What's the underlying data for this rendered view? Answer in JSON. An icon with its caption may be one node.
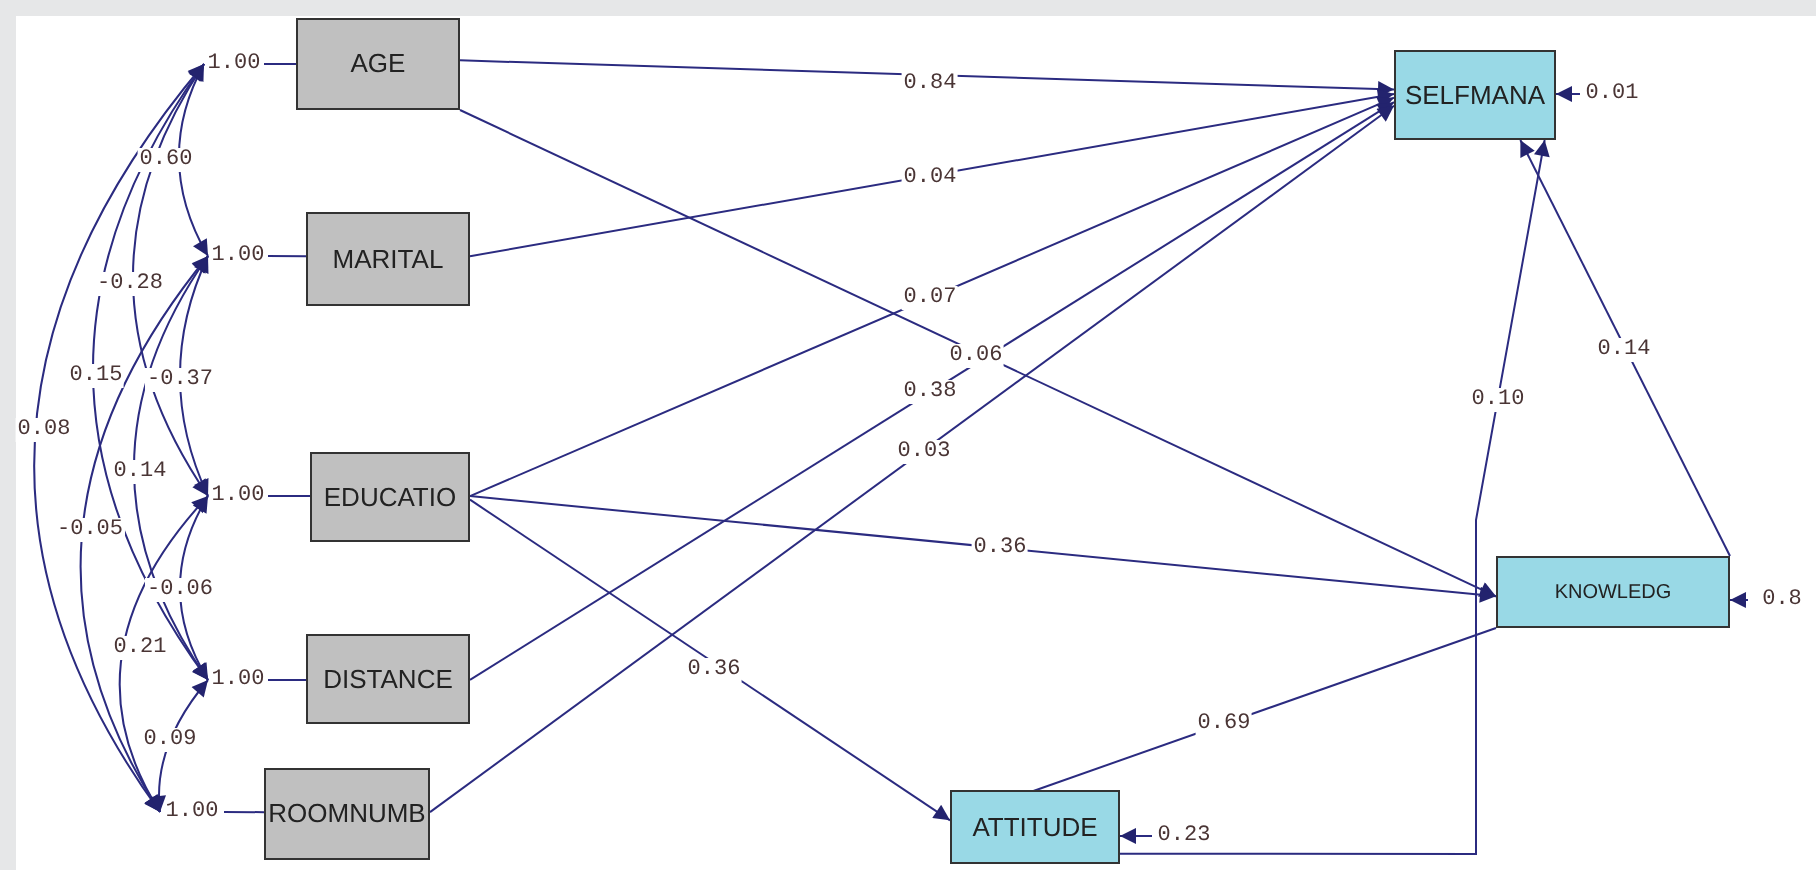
{
  "diagram": {
    "nodes": [
      {
        "text": [
          "AGE"
        ]
      },
      {
        "text": [
          "MARITAL"
        ]
      },
      {
        "text": [
          "EDUCATIO"
        ]
      },
      {
        "text": [
          "DISTANCE"
        ]
      },
      {
        "text": [
          "ROOMNUMB"
        ]
      },
      {
        "text": [
          "SELFMANA"
        ]
      },
      {
        "text": [
          "KNOWLEDG"
        ]
      },
      {
        "text": [
          "ATTITUDE"
        ]
      },
      {
        "text": [
          "1.00"
        ]
      },
      {
        "text": [
          "1.00"
        ]
      },
      {
        "text": [
          "1.00"
        ]
      },
      {
        "text": [
          "1.00"
        ]
      },
      {
        "text": [
          "1.00"
        ]
      },
      {
        "text": [
          "0.01"
        ]
      },
      {
        "text": [
          "0.8"
        ]
      },
      {
        "text": [
          "0.23"
        ]
      }
    ],
    "edges": [
      {
        "from": 0,
        "to": 5,
        "arrow": "to",
        "label": "0.84"
      },
      {
        "from": 0,
        "to": 6,
        "arrow": "to",
        "label": "0.06"
      },
      {
        "from": 1,
        "to": 5,
        "arrow": "to",
        "label": "0.04"
      },
      {
        "from": 2,
        "to": 5,
        "arrow": "to",
        "label": "0.07"
      },
      {
        "from": 2,
        "to": 6,
        "arrow": "to",
        "label": "0.36"
      },
      {
        "from": 2,
        "to": 7,
        "arrow": "to",
        "label": "0.36"
      },
      {
        "from": 3,
        "to": 5,
        "arrow": "to",
        "label": "0.38"
      },
      {
        "from": 4,
        "to": 5,
        "arrow": "to",
        "label": "0.03"
      },
      {
        "from": 6,
        "to": 5,
        "arrow": "to",
        "label": "0.14"
      },
      {
        "from": 6,
        "to": 7,
        "arrow": "to",
        "label": "0.69"
      },
      {
        "from": 7,
        "to": 5,
        "arrow": "to",
        "label": "0.10"
      },
      {
        "from": 13,
        "to": 5,
        "arrow": "to"
      },
      {
        "from": 14,
        "to": 6,
        "arrow": "to"
      },
      {
        "from": 15,
        "to": 7,
        "arrow": "to"
      },
      {
        "from": 8,
        "to": 0,
        "arrow": "none"
      },
      {
        "from": 9,
        "to": 1,
        "arrow": "none"
      },
      {
        "from": 10,
        "to": 2,
        "arrow": "none"
      },
      {
        "from": 11,
        "to": 3,
        "arrow": "none"
      },
      {
        "from": 12,
        "to": 4,
        "arrow": "none"
      },
      {
        "from": 8,
        "to": 9,
        "arrow": "both",
        "label": "0.60"
      },
      {
        "from": 8,
        "to": 10,
        "arrow": "both",
        "label": "-0.28"
      },
      {
        "from": 8,
        "to": 11,
        "arrow": "both",
        "label": "0.15"
      },
      {
        "from": 8,
        "to": 12,
        "arrow": "both",
        "label": "0.08"
      },
      {
        "from": 9,
        "to": 10,
        "arrow": "both",
        "label": "-0.37"
      },
      {
        "from": 9,
        "to": 11,
        "arrow": "both",
        "label": "0.14"
      },
      {
        "from": 9,
        "to": 12,
        "arrow": "both",
        "label": "-0.05"
      },
      {
        "from": 10,
        "to": 11,
        "arrow": "both",
        "label": "-0.06"
      },
      {
        "from": 10,
        "to": 12,
        "arrow": "both",
        "label": "0.21"
      },
      {
        "from": 11,
        "to": 12,
        "arrow": "both",
        "label": "0.09"
      }
    ]
  }
}
